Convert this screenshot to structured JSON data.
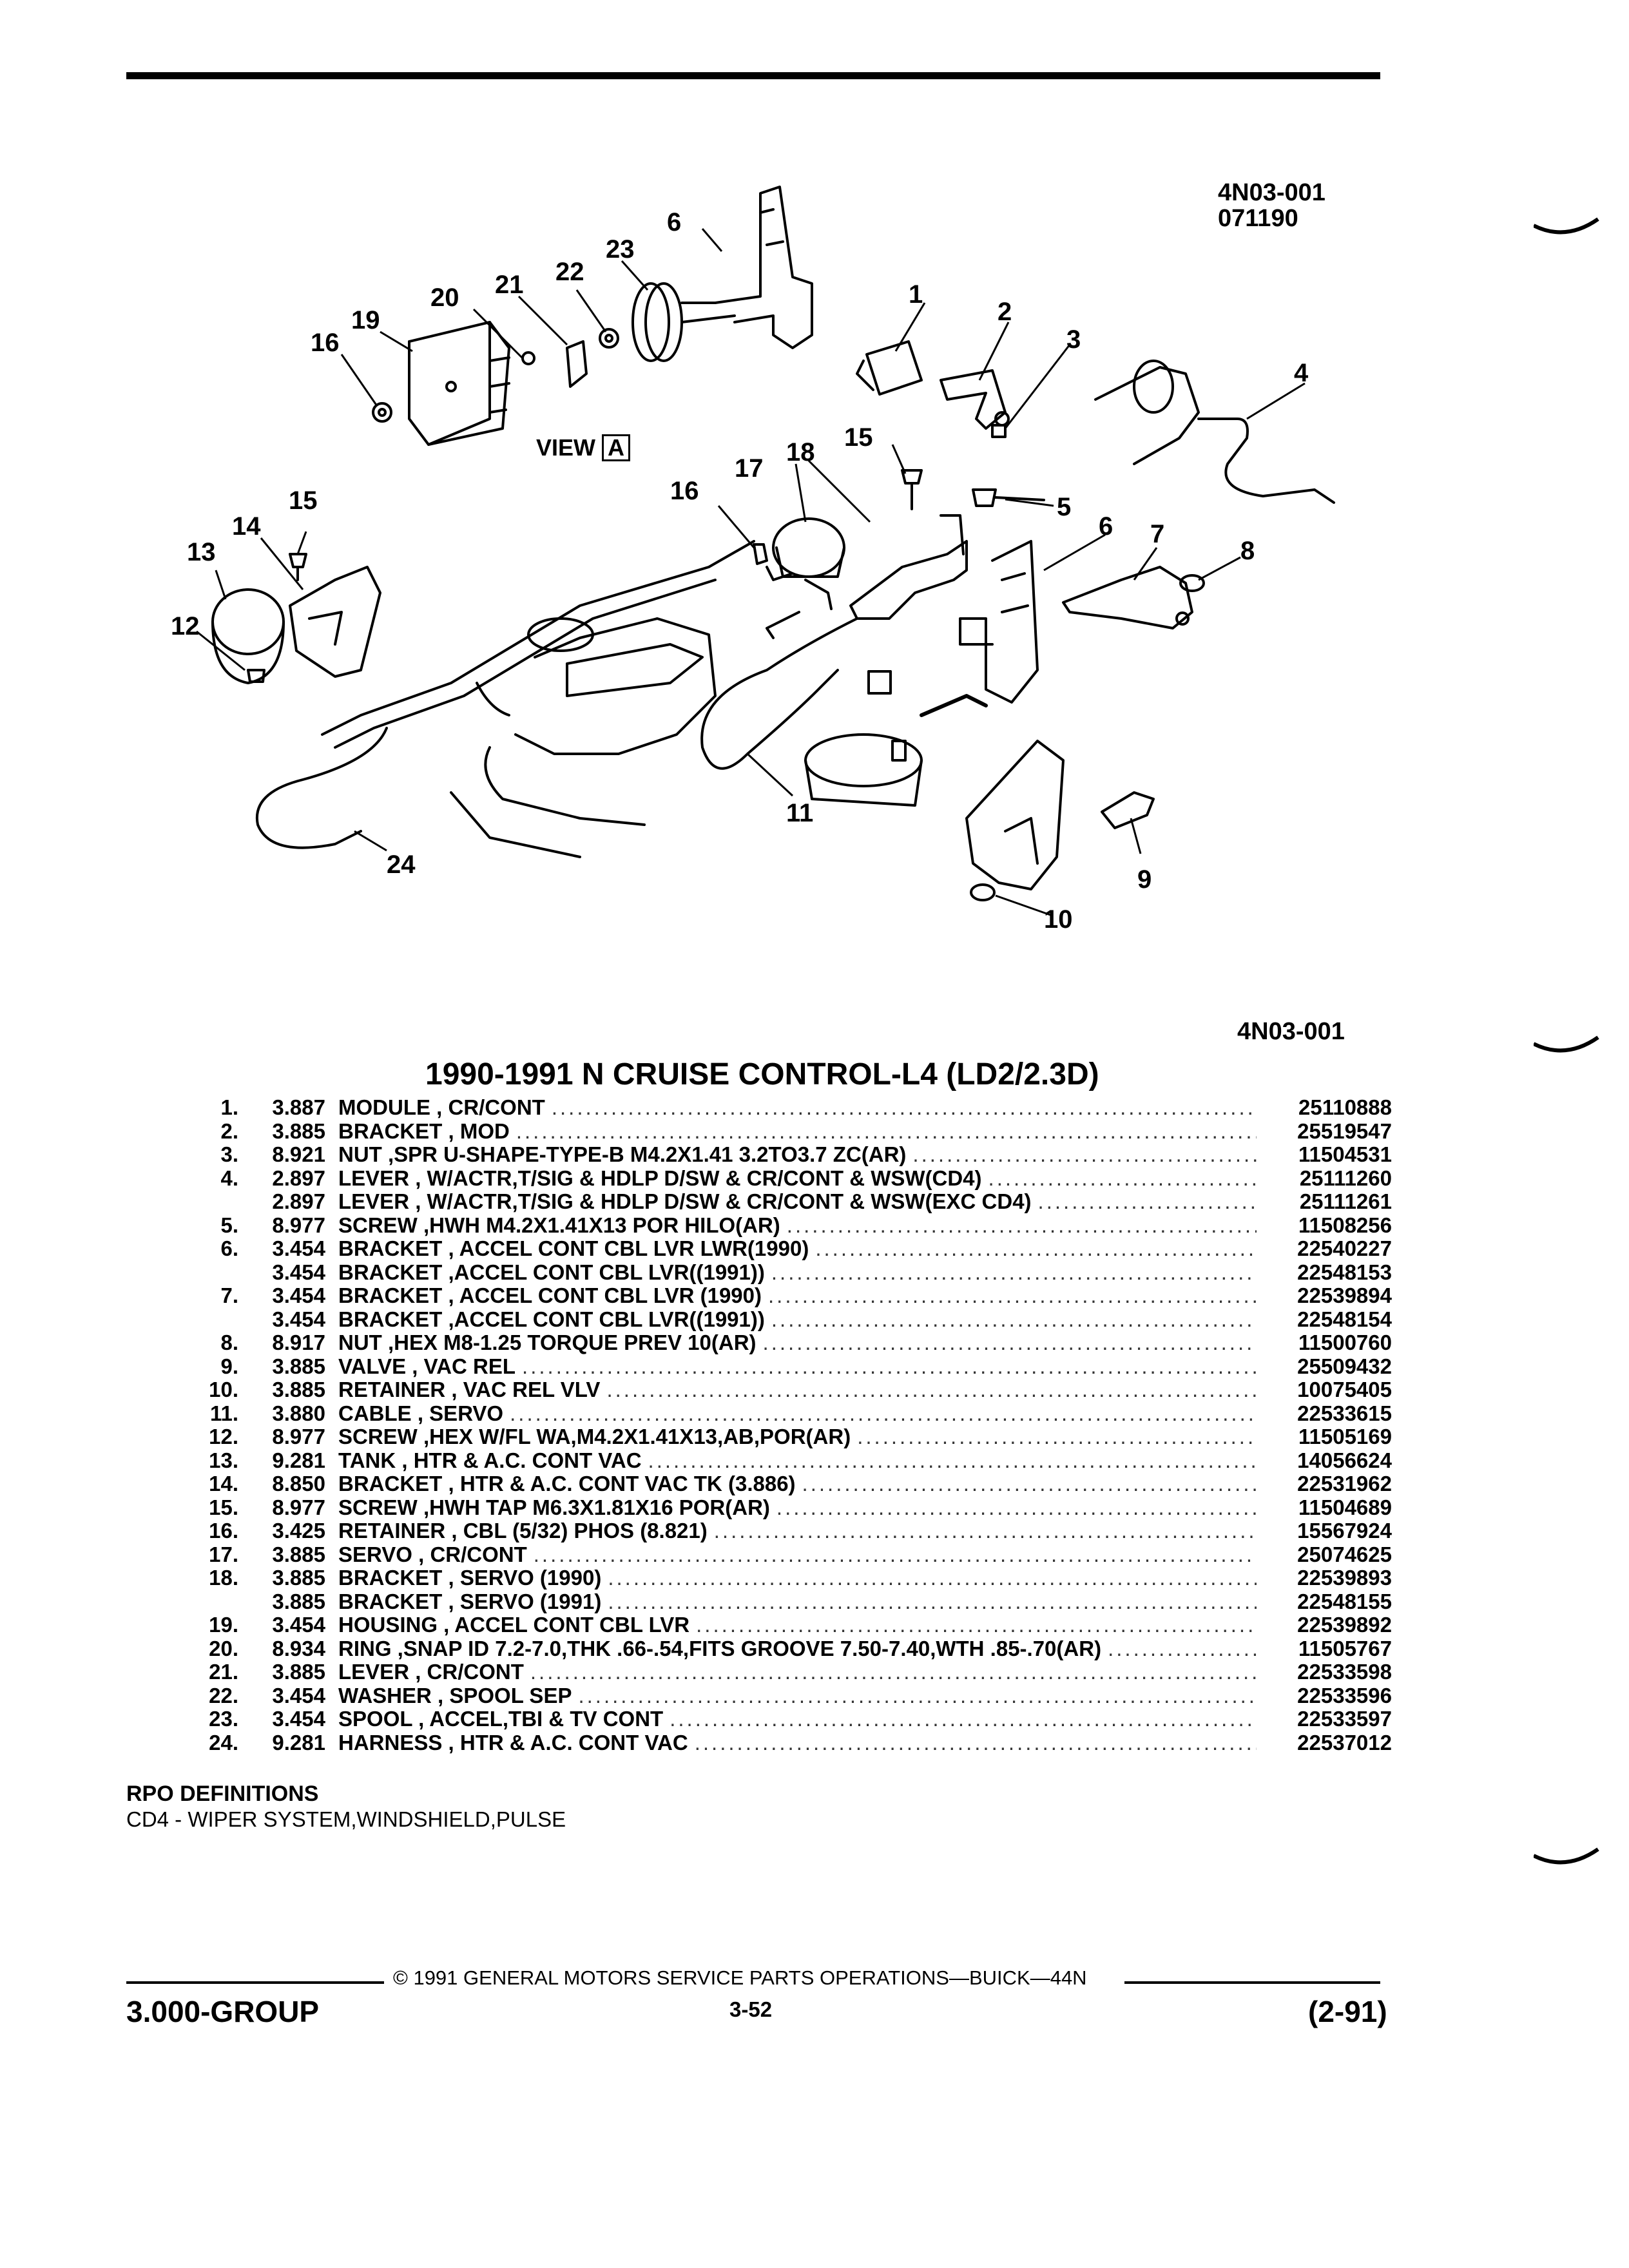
{
  "figure": {
    "code": "4N03-001",
    "date": "071190",
    "bottom_code": "4N03-001",
    "view_label": "VIEW",
    "view_letter": "A",
    "callouts": [
      "1",
      "2",
      "3",
      "4",
      "5",
      "6",
      "6",
      "7",
      "8",
      "9",
      "10",
      "11",
      "12",
      "13",
      "14",
      "15",
      "15",
      "16",
      "16",
      "17",
      "18",
      "19",
      "20",
      "21",
      "22",
      "23",
      "24"
    ]
  },
  "title": "1990-1991 N CRUISE CONTROL-L4 (LD2/2.3D)",
  "parts": [
    {
      "num": "1.",
      "grp": "3.887",
      "desc": "MODULE , CR/CONT",
      "pn": "25110888"
    },
    {
      "num": "2.",
      "grp": "3.885",
      "desc": "BRACKET , MOD",
      "pn": "25519547"
    },
    {
      "num": "3.",
      "grp": "8.921",
      "desc": "NUT ,SPR U-SHAPE-TYPE-B M4.2X1.41 3.2TO3.7 ZC(AR)",
      "pn": "11504531"
    },
    {
      "num": "4.",
      "grp": "2.897",
      "desc": "LEVER , W/ACTR,T/SIG & HDLP D/SW & CR/CONT & WSW(CD4)",
      "pn": "25111260"
    },
    {
      "num": "",
      "grp": "2.897",
      "desc": "LEVER , W/ACTR,T/SIG & HDLP D/SW & CR/CONT & WSW(EXC CD4)",
      "pn": "25111261"
    },
    {
      "num": "5.",
      "grp": "8.977",
      "desc": "SCREW ,HWH M4.2X1.41X13 POR HILO(AR)",
      "pn": "11508256"
    },
    {
      "num": "6.",
      "grp": "3.454",
      "desc": "BRACKET , ACCEL CONT CBL LVR LWR(1990)",
      "pn": "22540227"
    },
    {
      "num": "",
      "grp": "3.454",
      "desc": "BRACKET ,ACCEL CONT CBL LVR((1991))",
      "pn": "22548153"
    },
    {
      "num": "7.",
      "grp": "3.454",
      "desc": "BRACKET , ACCEL CONT CBL LVR (1990)",
      "pn": "22539894"
    },
    {
      "num": "",
      "grp": "3.454",
      "desc": "BRACKET ,ACCEL CONT CBL LVR((1991))",
      "pn": "22548154"
    },
    {
      "num": "8.",
      "grp": "8.917",
      "desc": "NUT ,HEX M8-1.25 TORQUE PREV 10(AR)",
      "pn": "11500760"
    },
    {
      "num": "9.",
      "grp": "3.885",
      "desc": "VALVE , VAC REL",
      "pn": "25509432"
    },
    {
      "num": "10.",
      "grp": "3.885",
      "desc": "RETAINER , VAC REL VLV",
      "pn": "10075405"
    },
    {
      "num": "11.",
      "grp": "3.880",
      "desc": "CABLE , SERVO",
      "pn": "22533615"
    },
    {
      "num": "12.",
      "grp": "8.977",
      "desc": "SCREW ,HEX W/FL WA,M4.2X1.41X13,AB,POR(AR)",
      "pn": "11505169"
    },
    {
      "num": "13.",
      "grp": "9.281",
      "desc": "TANK , HTR & A.C. CONT VAC",
      "pn": "14056624"
    },
    {
      "num": "14.",
      "grp": "8.850",
      "desc": "BRACKET , HTR & A.C. CONT VAC TK (3.886)",
      "pn": "22531962"
    },
    {
      "num": "15.",
      "grp": "8.977",
      "desc": "SCREW ,HWH TAP M6.3X1.81X16 POR(AR)",
      "pn": "11504689"
    },
    {
      "num": "16.",
      "grp": "3.425",
      "desc": "RETAINER , CBL (5/32) PHOS (8.821)",
      "pn": "15567924"
    },
    {
      "num": "17.",
      "grp": "3.885",
      "desc": "SERVO , CR/CONT",
      "pn": "25074625"
    },
    {
      "num": "18.",
      "grp": "3.885",
      "desc": "BRACKET , SERVO (1990)",
      "pn": "22539893"
    },
    {
      "num": "",
      "grp": "3.885",
      "desc": "BRACKET , SERVO (1991)",
      "pn": "22548155"
    },
    {
      "num": "19.",
      "grp": "3.454",
      "desc": "HOUSING , ACCEL CONT CBL LVR",
      "pn": "22539892"
    },
    {
      "num": "20.",
      "grp": "8.934",
      "desc": "RING ,SNAP ID 7.2-7.0,THK .66-.54,FITS GROOVE 7.50-7.40,WTH .85-.70(AR)",
      "pn": "11505767"
    },
    {
      "num": "21.",
      "grp": "3.885",
      "desc": "LEVER , CR/CONT",
      "pn": "22533598"
    },
    {
      "num": "22.",
      "grp": "3.454",
      "desc": "WASHER , SPOOL SEP",
      "pn": "22533596"
    },
    {
      "num": "23.",
      "grp": "3.454",
      "desc": "SPOOL , ACCEL,TBI & TV CONT",
      "pn": "22533597"
    },
    {
      "num": "24.",
      "grp": "9.281",
      "desc": "HARNESS , HTR & A.C. CONT VAC",
      "pn": "22537012"
    }
  ],
  "rpo": {
    "heading": "RPO DEFINITIONS",
    "text": "CD4 - WIPER SYSTEM,WINDSHIELD,PULSE"
  },
  "footer": {
    "copyright": "© 1991  GENERAL MOTORS SERVICE PARTS OPERATIONS—BUICK—44N",
    "group": "3.000-GROUP",
    "page": "3-52",
    "revision": "(2-91)"
  }
}
